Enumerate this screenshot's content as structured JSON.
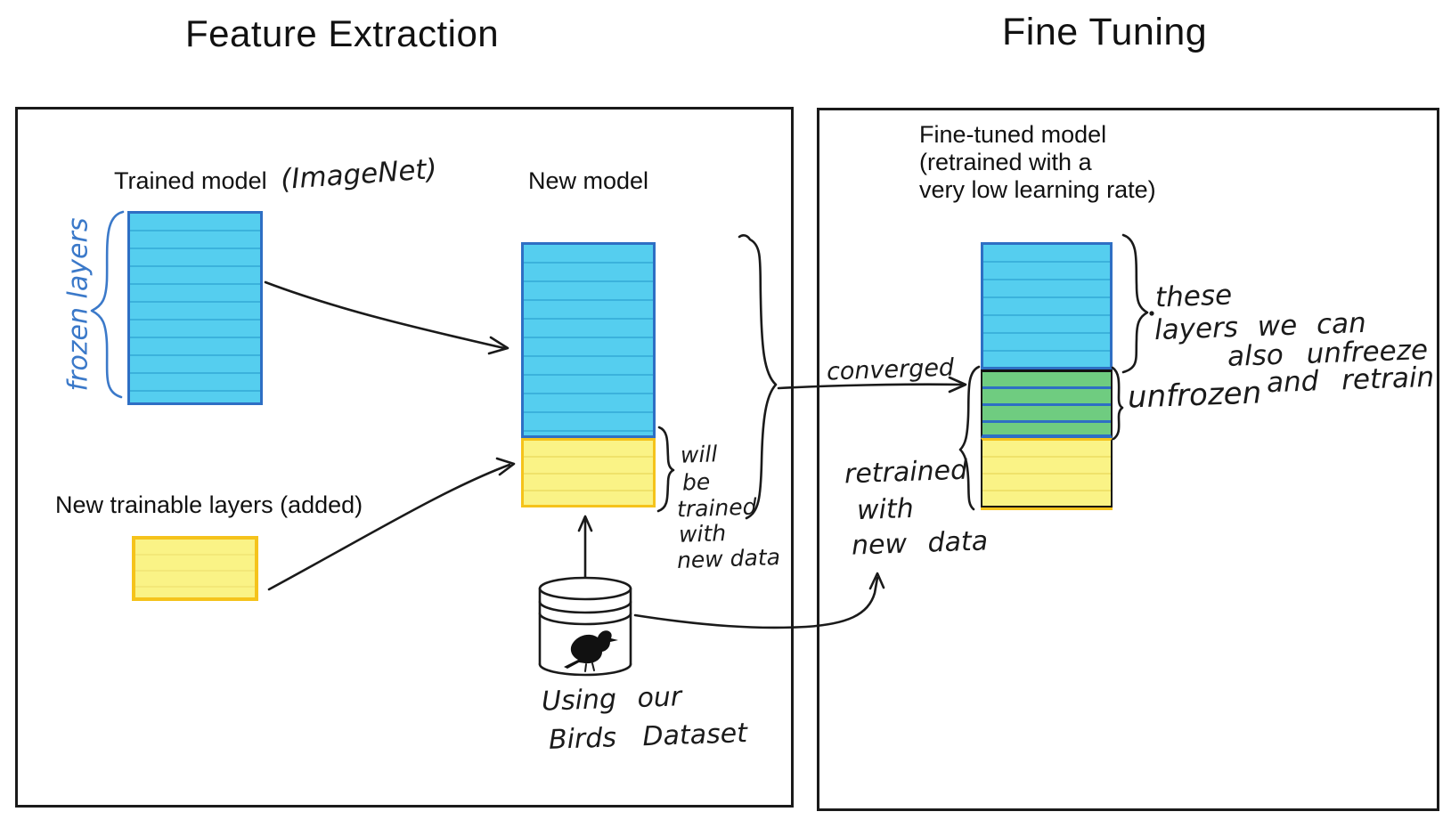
{
  "titles": {
    "left": "Feature Extraction",
    "right": "Fine Tuning"
  },
  "left_panel": {
    "trained_model_label": "Trained model",
    "imagenet_note": "(ImageNet)",
    "new_model_label": "New model",
    "frozen_layers_note": "frozen layers",
    "trainable_layers_label": "New trainable layers (added)",
    "will_note_lines": [
      "will",
      "be",
      "trained",
      "with",
      "new data"
    ],
    "dataset_caption_lines": [
      "Using our",
      "Birds Dataset"
    ]
  },
  "right_panel": {
    "fine_tuned_label_lines": [
      "Fine-tuned model",
      "(retrained with a",
      "very low learning rate)"
    ],
    "converged_note": "converged",
    "unfreeze_note_lines": [
      "these",
      "layers we can",
      "also unfreeze",
      "and retrain"
    ],
    "unfrozen_note": "unfrozen",
    "retrained_note_lines": [
      "retrained",
      "with",
      "new data"
    ]
  },
  "colors": {
    "layer_blue": "#55CEEF",
    "layer_blue_stripe": "#3BB2DC",
    "layer_blue_border": "#2E6FC4",
    "layer_yellow": "#FAF386",
    "layer_yellow_stripe": "#EFE26A",
    "layer_yellow_border": "#F5C31B",
    "layer_green": "#6FCC80",
    "layer_green_stripe": "#2E6FC4",
    "ink": "#1A1A1A",
    "handwriting_blue": "#3B79C9",
    "panel_border": "#1A1A1A"
  },
  "icons": {
    "dataset": "database-cylinder-icon",
    "bird": "bird-icon"
  }
}
